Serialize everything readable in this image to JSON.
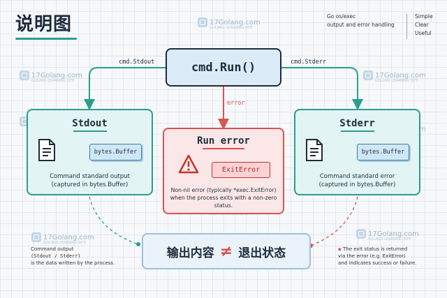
{
  "title": "说明图",
  "top_note": {
    "line1": "Go os/exec",
    "line2": "output and error handling"
  },
  "tags": [
    "Simple",
    "Clear",
    "Useful"
  ],
  "watermark": {
    "text": "17Golang.com",
    "sub": "GOLANG LEARNING SITE"
  },
  "cmd": {
    "label": "cmd.Run()"
  },
  "arrows": {
    "left": "cmd.Stdout",
    "right": "cmd.Stderr",
    "down": "error"
  },
  "stdout": {
    "title": "Stdout",
    "buffer": "bytes.Buffer",
    "desc_line1": "Command standard output",
    "desc_line2": "(captured in bytes.Buffer)"
  },
  "run_error": {
    "title": "Run error",
    "badge": "ExitError",
    "desc_line1": "Non-nil error (typically *exec.ExitError)",
    "desc_line2": "when the process exits with a non-zero",
    "desc_line3": "status."
  },
  "stderr": {
    "title": "Stderr",
    "buffer": "bytes.Buffer",
    "desc_line1": "Command standard error",
    "desc_line2": "(captured in bytes.Buffer)"
  },
  "bottom": {
    "left": "输出内容",
    "symbol": "≠",
    "right": "退出状态"
  },
  "note_left": {
    "line1": "Command output",
    "line2": "(Stdout / Stderr)",
    "line3": "is the data written by the process."
  },
  "note_right": {
    "line1": "The exit status is returned",
    "line2": "via the error (e.g. ExitError)",
    "line3": "and indicates success or failure."
  },
  "colors": {
    "teal": "#2a9d8f",
    "red": "#d9534f",
    "navy": "#1d2b3a",
    "blue_fill": "#dcebf8"
  }
}
